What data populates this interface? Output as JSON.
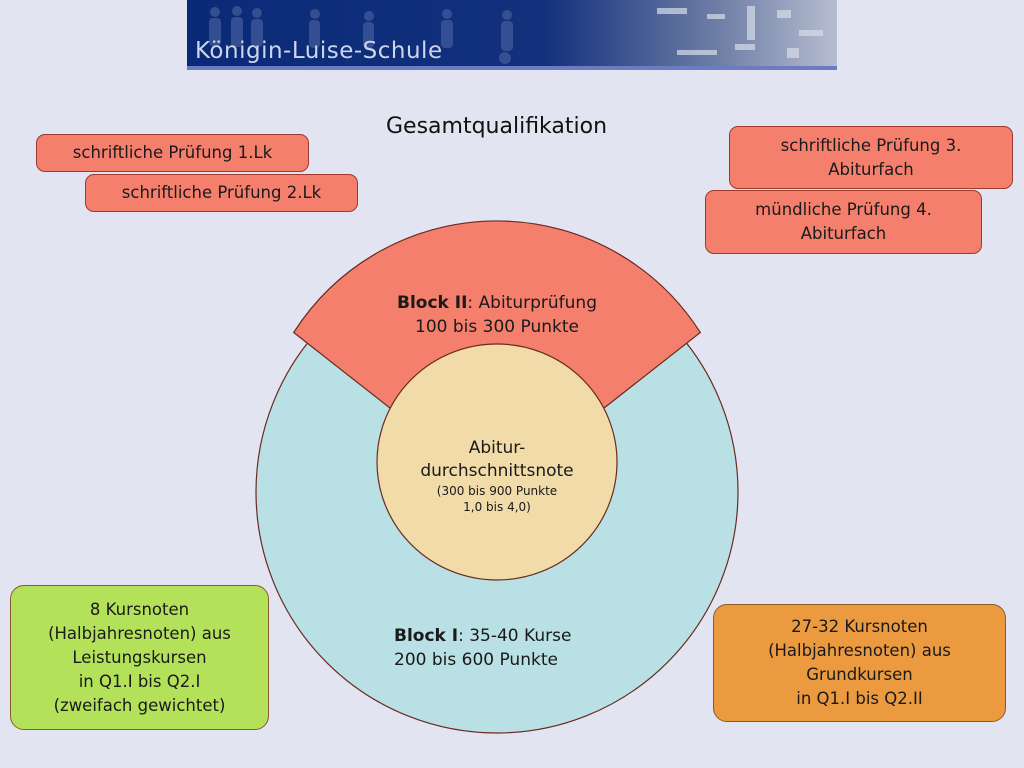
{
  "header": {
    "school_name": "Königin-Luise-Schule"
  },
  "title": "Gesamtqualifikation",
  "boxes": {
    "exam_lk1": "schriftliche Prüfung 1.Lk",
    "exam_lk2": "schriftliche Prüfung 2.Lk",
    "exam_3_line1": "schriftliche Prüfung 3.",
    "exam_3_line2": "Abiturfach",
    "oral_4_line1": "mündliche Prüfung 4.",
    "oral_4_line2": "Abiturfach",
    "lk_notes": [
      "8 Kursnoten",
      "(Halbjahresnoten) aus",
      "Leistungskursen",
      "in Q1.I bis Q2.I",
      "(zweifach gewichtet)"
    ],
    "gk_notes": [
      "27-32 Kursnoten",
      "(Halbjahresnoten) aus",
      "Grundkursen",
      "in Q1.I bis Q2.II"
    ]
  },
  "block2": {
    "name": "Block II",
    "desc": ": Abiturprüfung",
    "points": "100 bis 300 Punkte"
  },
  "block1": {
    "name": "Block I",
    "desc": ": 35-40 Kurse",
    "points": "200 bis 600 Punkte"
  },
  "center": {
    "line1": "Abitur-",
    "line2": "durchschnittsnote",
    "line3": "(300 bis 900 Punkte",
    "line4": "1,0 bis 4,0)"
  },
  "colors": {
    "block2": "#f47f6d",
    "block1": "#b9e0e4",
    "center": "#f0dba9",
    "banner": "#12307c"
  }
}
